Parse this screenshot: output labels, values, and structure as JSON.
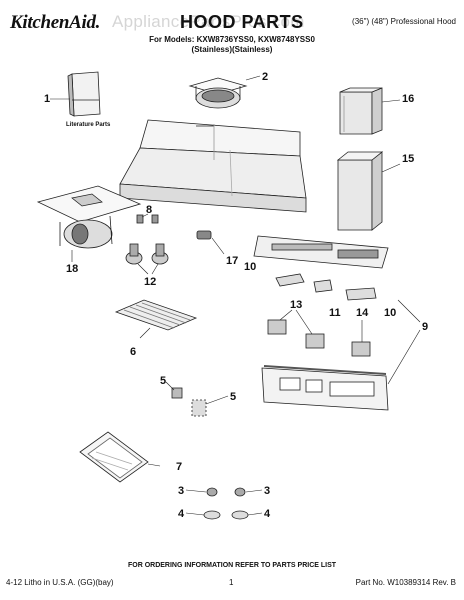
{
  "header": {
    "brand": "KitchenAid.",
    "title": "HOOD PARTS",
    "subtitle": "(36\") (48\") Professional Hood",
    "models_line": "For Models: KXW8736YSS0, KXW8748YSS0",
    "finish_line": "(Stainless)(Stainless)",
    "watermark": "AppliancePartsPros.com"
  },
  "diagram": {
    "literature_label": "Literature Parts",
    "callouts": {
      "c1": "1",
      "c2": "2",
      "c16": "16",
      "c15": "15",
      "c8": "8",
      "c18": "18",
      "c12": "12",
      "c17": "17",
      "c10a": "10",
      "c13": "13",
      "c11": "11",
      "c14": "14",
      "c10b": "10",
      "c9": "9",
      "c6": "6",
      "c5a": "5",
      "c5b": "5",
      "c7": "7",
      "c3a": "3",
      "c3b": "3",
      "c4a": "4",
      "c4b": "4"
    }
  },
  "footer": {
    "ordering_note": "FOR ORDERING INFORMATION REFER TO PARTS PRICE LIST",
    "litho": "4-12 Litho in U.S.A. (GG)(bay)",
    "page": "1",
    "part_no": "Part No. W10389314 Rev. B"
  }
}
